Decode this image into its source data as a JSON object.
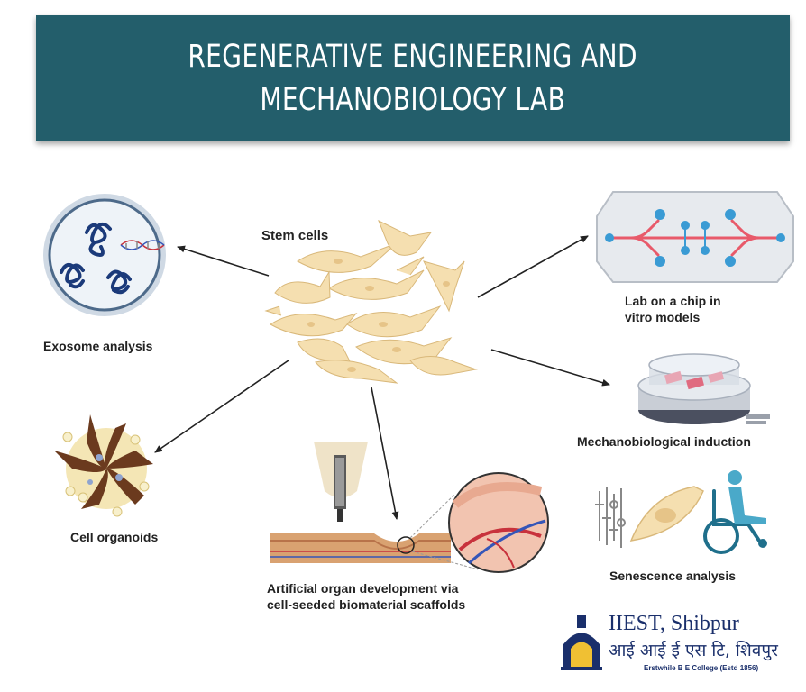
{
  "banner": {
    "line1": "REGENERATIVE ENGINEERING AND",
    "line2": "MECHANOBIOLOGY LAB"
  },
  "center": {
    "label": "Stem cells"
  },
  "nodes": {
    "exosome": {
      "label": "Exosome analysis",
      "icon": "exosome-vesicle-icon"
    },
    "organoids": {
      "label": "Cell organoids",
      "icon": "organoid-icon"
    },
    "scaffold": {
      "line1": "Artificial organ development via",
      "line2": "cell-seeded biomaterial scaffolds",
      "icon": "scaffold-tissue-icon"
    },
    "chip": {
      "line1": "Lab on a chip in",
      "line2": "vitro models",
      "icon": "microfluidic-chip-icon"
    },
    "mechano": {
      "label": "Mechanobiological induction",
      "icon": "culture-dish-device-icon"
    },
    "senescence": {
      "label": "Senescence analysis",
      "icon": "senescence-wheelchair-icon"
    }
  },
  "logo": {
    "name_en": "IIEST, Shibpur",
    "name_hi": "आई आई ई एस टि, शिवपुर",
    "subtitle": "Erstwhile B E College (Estd 1856)"
  },
  "colors": {
    "banner": "#235e6b",
    "cell": "#f5dfb0",
    "vessel_red": "#c8323c",
    "vessel_blue": "#3556b8",
    "logo_blue": "#1a2f6b"
  }
}
